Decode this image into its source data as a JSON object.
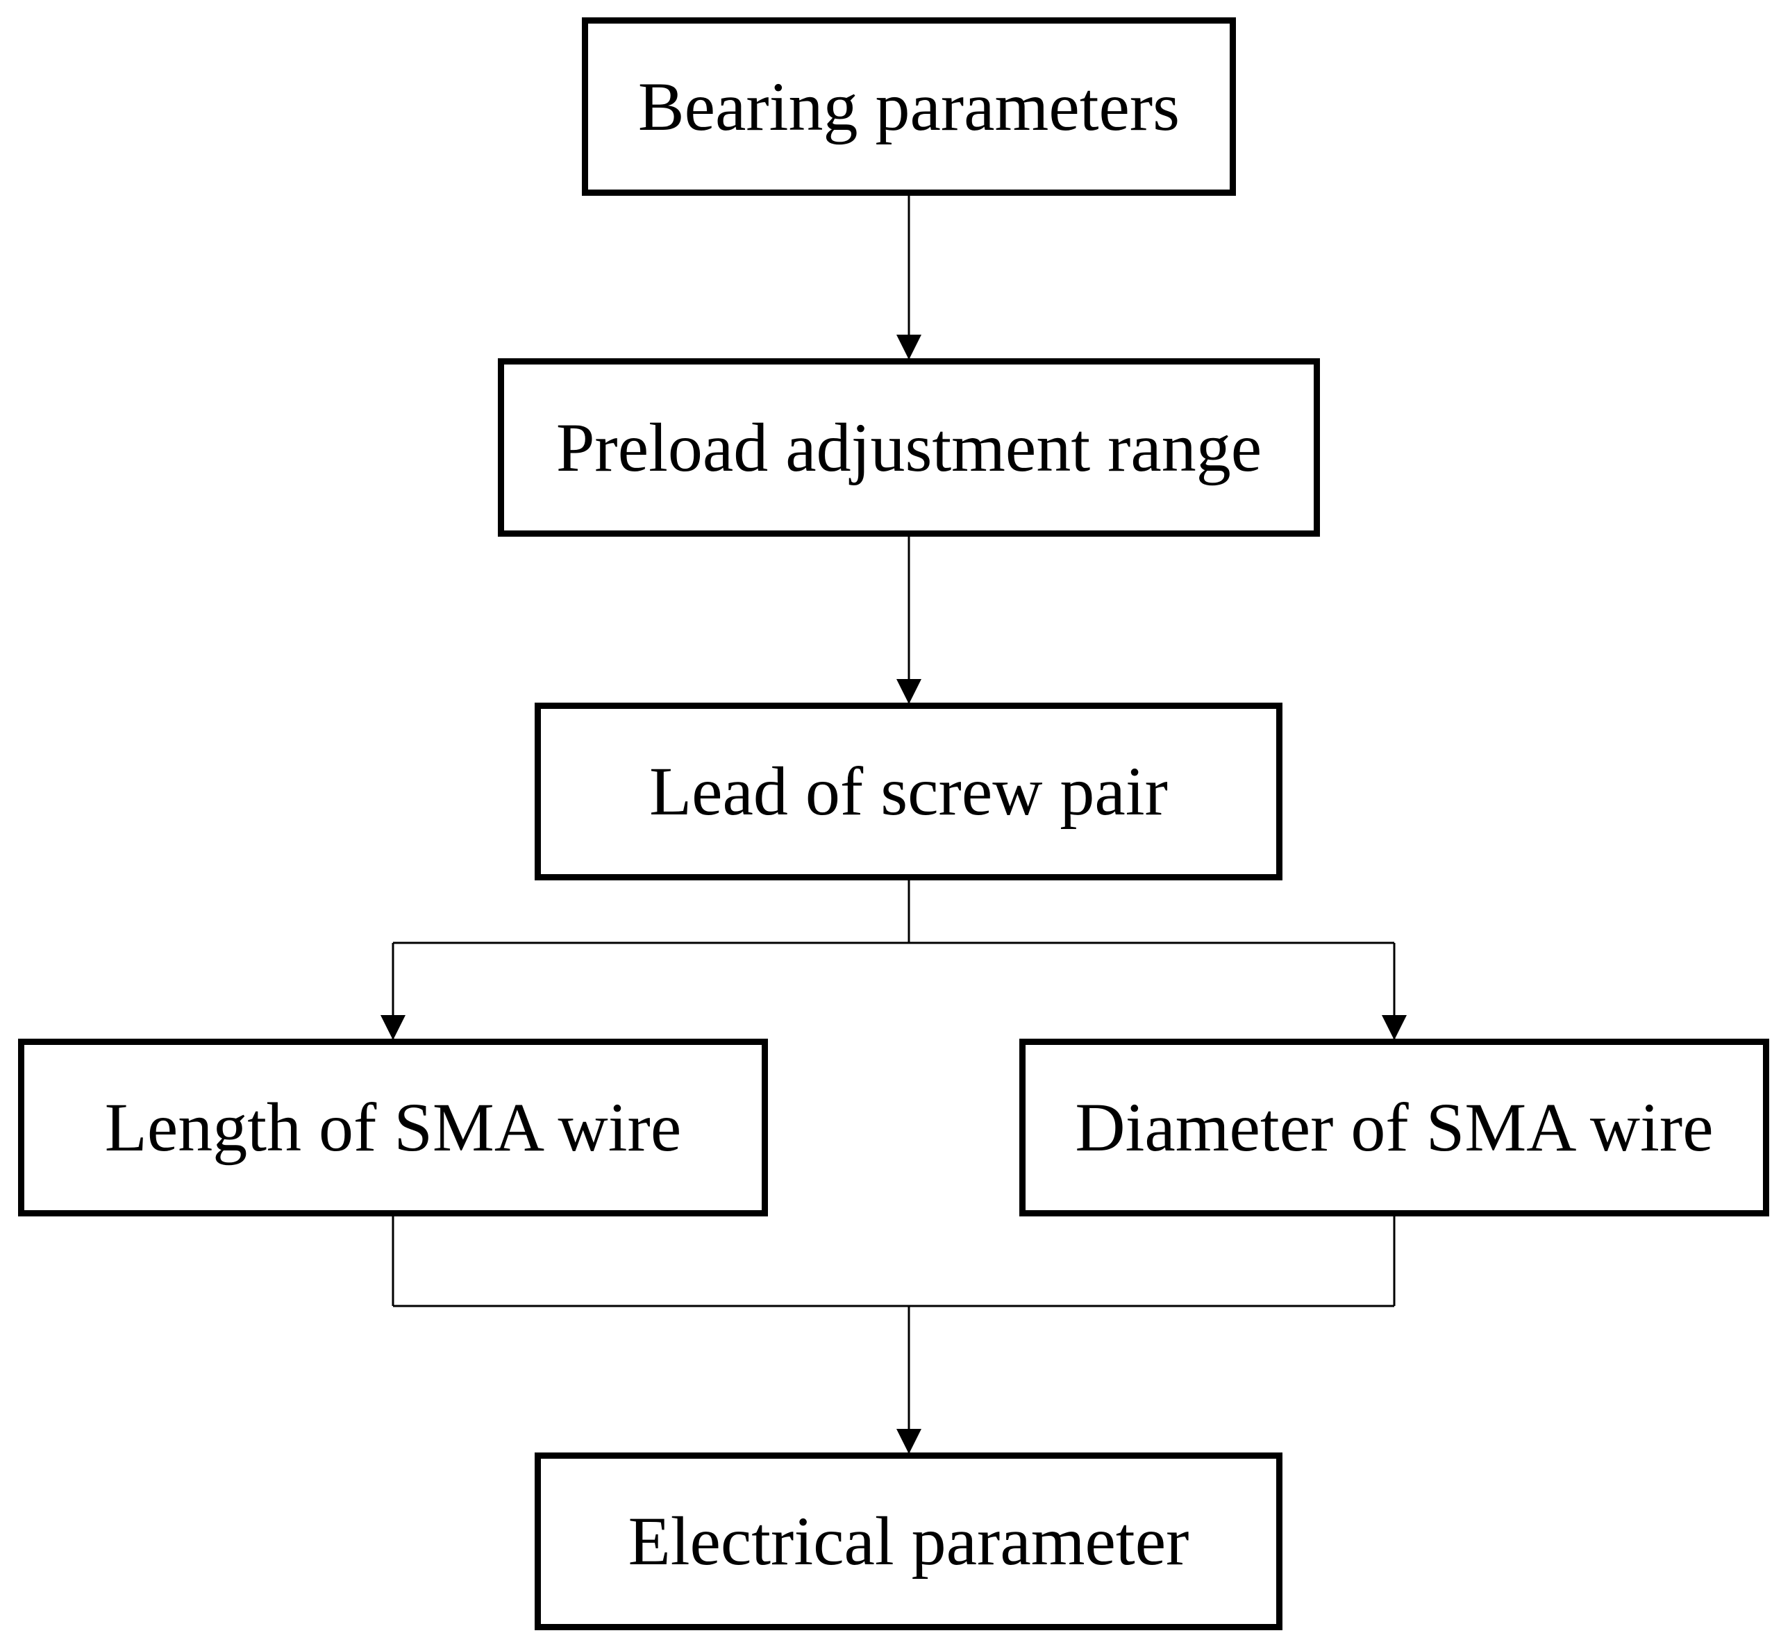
{
  "diagram": {
    "type": "flowchart",
    "nodes": {
      "bearing": "Bearing parameters",
      "preload": "Preload adjustment range",
      "lead": "Lead of screw pair",
      "length": "Length of SMA wire",
      "diameter": "Diameter of SMA wire",
      "electrical": "Electrical parameter"
    },
    "edges": [
      [
        "bearing",
        "preload"
      ],
      [
        "preload",
        "lead"
      ],
      [
        "lead",
        "length"
      ],
      [
        "lead",
        "diameter"
      ],
      [
        "length",
        "electrical"
      ],
      [
        "diameter",
        "electrical"
      ]
    ],
    "colors": {
      "stroke": "#000000",
      "background": "#ffffff"
    }
  }
}
